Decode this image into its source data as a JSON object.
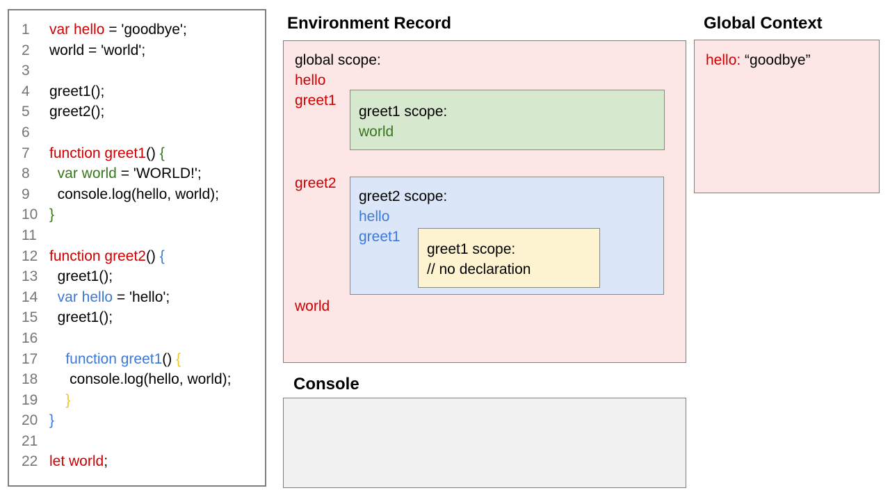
{
  "colors": {
    "accent_red": "#cc0000",
    "accent_blue": "#3c78d8",
    "accent_green": "#38761d",
    "accent_yellow": "#f1c232",
    "pink_fill": "#fce6e6",
    "green_fill": "#d6e8cd",
    "blue_fill": "#dbe7f8",
    "yellow_fill": "#fdf3d0",
    "console_fill": "#f1f1f1"
  },
  "code": {
    "lines": [
      {
        "n": "1",
        "segs": [
          {
            "c": "r",
            "t": "var hello"
          },
          {
            "c": "k",
            "t": " = 'goodbye';"
          }
        ]
      },
      {
        "n": "2",
        "segs": [
          {
            "c": "k",
            "t": "world = 'world';"
          }
        ]
      },
      {
        "n": "3",
        "segs": []
      },
      {
        "n": "4",
        "segs": [
          {
            "c": "k",
            "t": "greet1();"
          }
        ]
      },
      {
        "n": "5",
        "segs": [
          {
            "c": "k",
            "t": "greet2();"
          }
        ]
      },
      {
        "n": "6",
        "segs": []
      },
      {
        "n": "7",
        "segs": [
          {
            "c": "r",
            "t": "function greet1"
          },
          {
            "c": "k",
            "t": "() "
          },
          {
            "c": "g",
            "t": "{"
          }
        ]
      },
      {
        "n": "8",
        "segs": [
          {
            "c": "k",
            "t": "  "
          },
          {
            "c": "g",
            "t": "var world"
          },
          {
            "c": "k",
            "t": " = 'WORLD!';"
          }
        ]
      },
      {
        "n": "9",
        "segs": [
          {
            "c": "k",
            "t": "  console.log(hello, world);"
          }
        ]
      },
      {
        "n": "10",
        "segs": [
          {
            "c": "g",
            "t": "}"
          }
        ]
      },
      {
        "n": "11",
        "segs": []
      },
      {
        "n": "12",
        "segs": [
          {
            "c": "r",
            "t": "function greet2"
          },
          {
            "c": "k",
            "t": "() "
          },
          {
            "c": "b",
            "t": "{"
          }
        ]
      },
      {
        "n": "13",
        "segs": [
          {
            "c": "k",
            "t": "  greet1();"
          }
        ]
      },
      {
        "n": "14",
        "segs": [
          {
            "c": "k",
            "t": "  "
          },
          {
            "c": "b",
            "t": "var hello"
          },
          {
            "c": "k",
            "t": " = 'hello';"
          }
        ]
      },
      {
        "n": "15",
        "segs": [
          {
            "c": "k",
            "t": "  greet1();"
          }
        ]
      },
      {
        "n": "16",
        "segs": []
      },
      {
        "n": "17",
        "segs": [
          {
            "c": "k",
            "t": "    "
          },
          {
            "c": "b",
            "t": "function greet1"
          },
          {
            "c": "k",
            "t": "() "
          },
          {
            "c": "y",
            "t": "{"
          }
        ]
      },
      {
        "n": "18",
        "segs": [
          {
            "c": "k",
            "t": "     console.log(hello, world);"
          }
        ]
      },
      {
        "n": "19",
        "segs": [
          {
            "c": "k",
            "t": "    "
          },
          {
            "c": "y",
            "t": "}"
          }
        ]
      },
      {
        "n": "20",
        "segs": [
          {
            "c": "b",
            "t": "}"
          }
        ]
      },
      {
        "n": "21",
        "segs": []
      },
      {
        "n": "22",
        "segs": [
          {
            "c": "r",
            "t": "let world"
          },
          {
            "c": "k",
            "t": ";"
          }
        ]
      }
    ]
  },
  "environment_record": {
    "title": "Environment Record",
    "global_scope_label": "global scope:",
    "globals": {
      "hello": "hello",
      "greet1": "greet1",
      "greet2": "greet2",
      "world": "world"
    },
    "greet1_scope": {
      "title": "greet1 scope:",
      "entry_world": "world"
    },
    "greet2_scope": {
      "title": "greet2 scope:",
      "entry_hello": "hello",
      "entry_greet1": "greet1",
      "inner_greet1_scope": {
        "title": "greet1 scope:",
        "comment": "// no declaration"
      }
    }
  },
  "global_context": {
    "title": "Global Context",
    "entry_key": "hello:",
    "entry_value": "“goodbye”"
  },
  "console": {
    "title": "Console"
  }
}
